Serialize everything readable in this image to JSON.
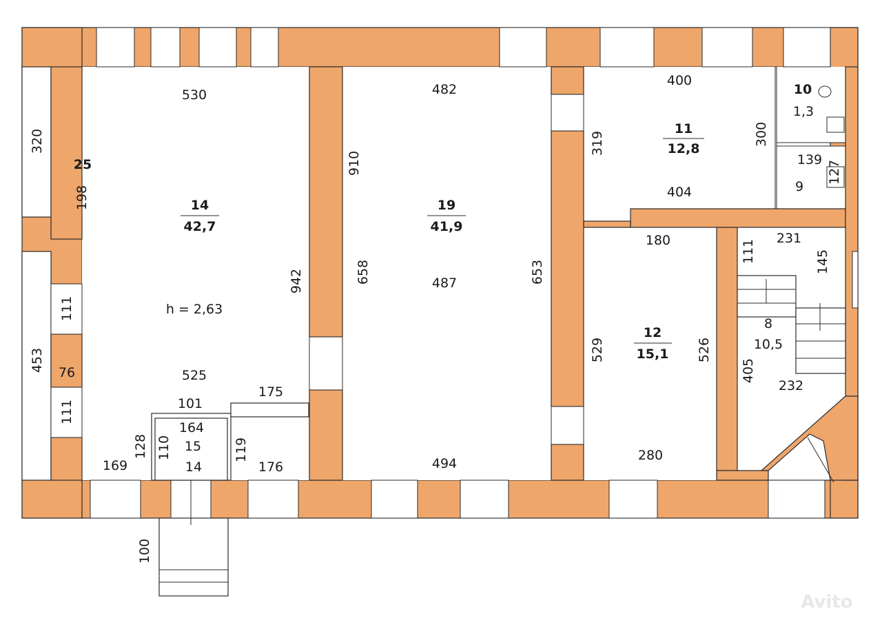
{
  "rooms": [
    {
      "id": "r14",
      "number": "14",
      "area": "42,7"
    },
    {
      "id": "r19",
      "number": "19",
      "area": "41,9"
    },
    {
      "id": "r11",
      "number": "11",
      "area": "12,8"
    },
    {
      "id": "r12",
      "number": "12",
      "area": "15,1"
    },
    {
      "id": "r10",
      "number": "10",
      "area": "1,3"
    },
    {
      "id": "r9",
      "number": "9"
    },
    {
      "id": "r8",
      "number": "8",
      "area": "10,5"
    },
    {
      "id": "r15",
      "number": "15"
    },
    {
      "id": "r25",
      "number": "25"
    }
  ],
  "ceiling_height": "h  =  2,63",
  "dimensions": {
    "d530": "530",
    "d320": "320",
    "d198": "198",
    "d942": "942",
    "d111a": "111",
    "d76": "76",
    "d111b": "111",
    "d453": "453",
    "d525": "525",
    "d101": "101",
    "d175": "175",
    "d164": "164",
    "d128": "128",
    "d110": "110",
    "d119": "119",
    "d14": "14",
    "d169": "169",
    "d176": "176",
    "d100": "100",
    "d482": "482",
    "d910": "910",
    "d658": "658",
    "d487": "487",
    "d653": "653",
    "d494": "494",
    "d400": "400",
    "d319": "319",
    "d300": "300",
    "d404": "404",
    "d139": "139",
    "d127": "127",
    "d180": "180",
    "d529": "529",
    "d526": "526",
    "d280": "280",
    "d231": "231",
    "d111c": "111",
    "d145": "145",
    "d405": "405",
    "d232": "232"
  },
  "watermark": "Avito"
}
